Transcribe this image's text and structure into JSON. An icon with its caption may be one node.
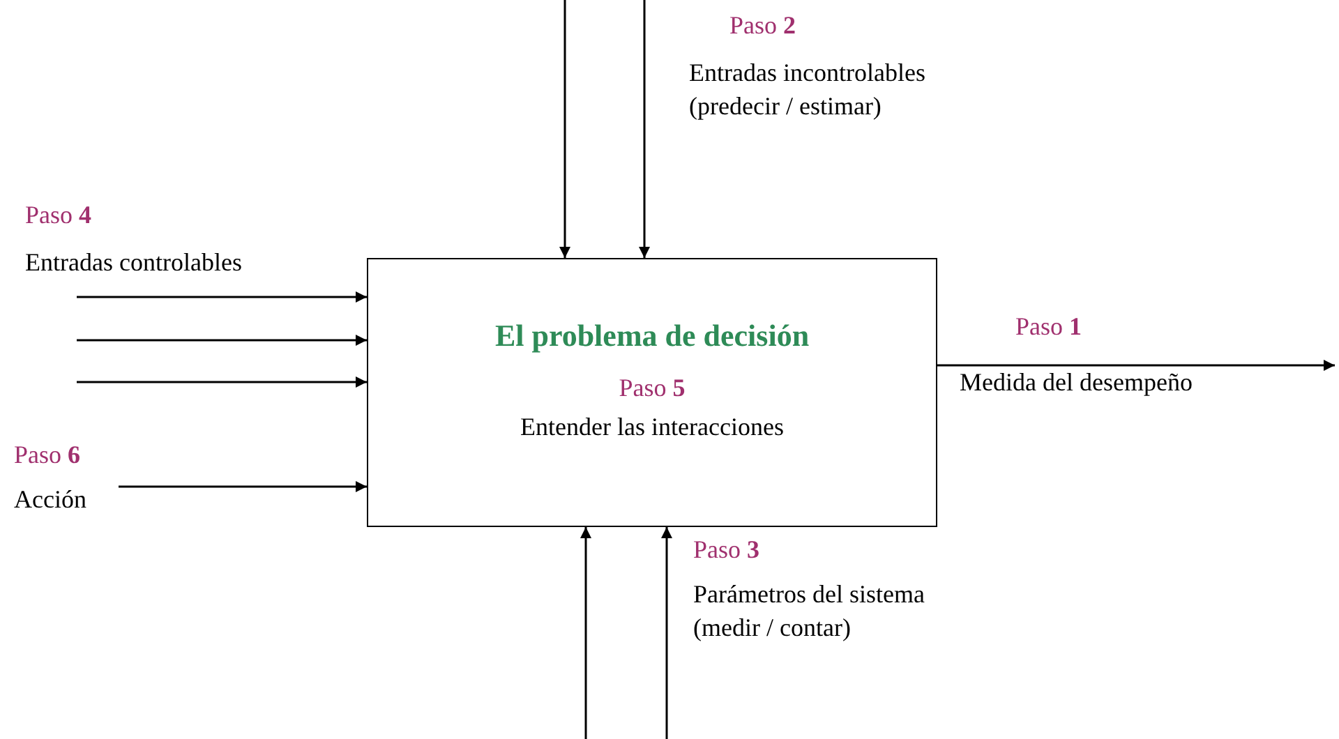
{
  "diagram": {
    "nodes": [
      {
        "text": [
          "El problema de decisión",
          "Paso **5**",
          "Entender las interacciones"
        ]
      },
      {
        "text": [
          "Paso **6**",
          "Acción"
        ]
      }
    ],
    "edges": [
      {
        "from": null,
        "to": 0,
        "arrow": "to"
      },
      {
        "from": null,
        "to": 0,
        "arrow": "to"
      },
      {
        "from": null,
        "to": 0,
        "arrow": "to"
      },
      {
        "from": null,
        "to": 0,
        "arrow": "to"
      },
      {
        "from": null,
        "to": 0,
        "arrow": "to"
      },
      {
        "from": 1,
        "to": 0,
        "arrow": "to"
      },
      {
        "from": 0,
        "to": null,
        "arrow": "to"
      },
      {
        "from": null,
        "to": 0,
        "arrow": "to"
      },
      {
        "from": null,
        "to": 0,
        "arrow": "to"
      }
    ],
    "labels": [
      "Paso **2**",
      "Entradas incontrolables (predecir / estimar)",
      "Paso **4**",
      "Entradas controlables",
      "Paso **1**",
      "Medida del desempeño",
      "Paso **3**",
      "Parámetros del sistema (medir / contar)"
    ]
  }
}
